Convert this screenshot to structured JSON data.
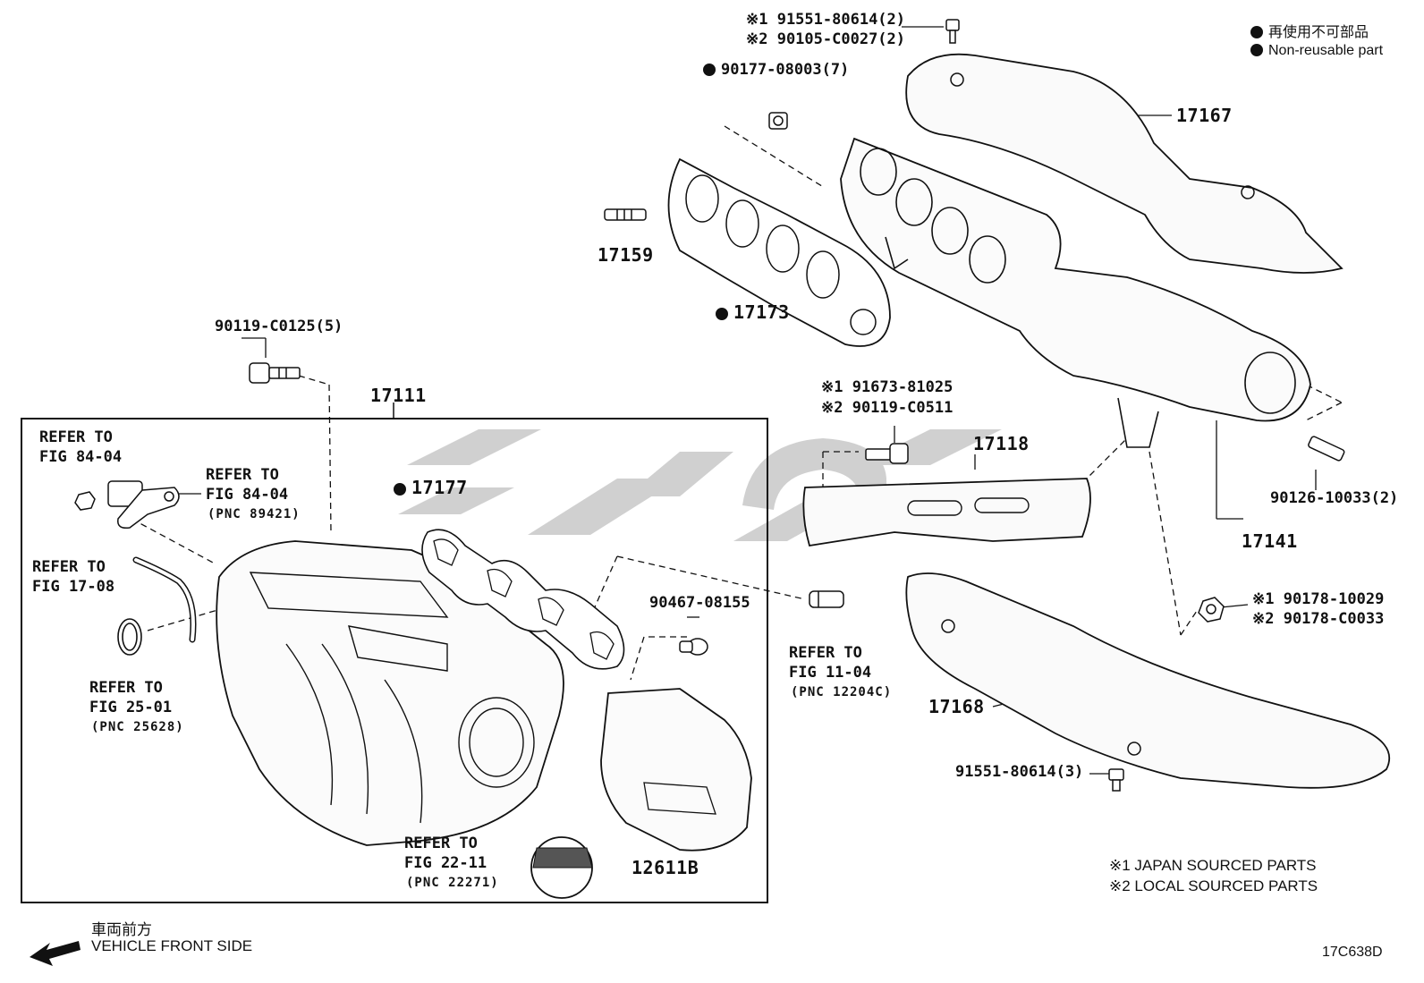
{
  "legend": {
    "non_reusable_jp": "再使用不可部品",
    "non_reusable_en": "Non-reusable part"
  },
  "footnotes": {
    "note1": "※1 JAPAN SOURCED PARTS",
    "note2": "※2 LOCAL SOURCED PARTS"
  },
  "direction": {
    "jp": "車両前方",
    "en": "VEHICLE FRONT SIDE"
  },
  "figure_code": "17C638D",
  "watermark_icon": "watermark-logo",
  "parts": {
    "p_top_bolt_1": "※1 91551-80614(2)",
    "p_top_bolt_2": "※2 90105-C0027(2)",
    "p_90177": "90177-08003(7)",
    "p_17167": "17167",
    "p_17159": "17159",
    "p_17173": "17173",
    "p_90119_top": "90119-C0125(5)",
    "p_17111": "17111",
    "p_17177": "17177",
    "p_91673_1": "※1 91673-81025",
    "p_91673_2": "※2 90119-C0511",
    "p_17118": "17118",
    "p_90126": "90126-10033(2)",
    "p_17141": "17141",
    "p_90178_1": "※1 90178-10029",
    "p_90178_2": "※2 90178-C0033",
    "p_17168": "17168",
    "p_91551_3": "91551-80614(3)",
    "p_90467": "90467-08155",
    "p_12611B": "12611B"
  },
  "refs": {
    "r1_a": "REFER TO",
    "r1_b": "FIG 84-04",
    "r2_a": "REFER TO",
    "r2_b": "FIG 84-04",
    "r2_c": "(PNC 89421)",
    "r3_a": "REFER TO",
    "r3_b": "FIG 17-08",
    "r4_a": "REFER TO",
    "r4_b": "FIG 25-01",
    "r4_c": "(PNC 25628)",
    "r5_a": "REFER TO",
    "r5_b": "FIG 11-04",
    "r5_c": "(PNC 12204C)",
    "r6_a": "REFER TO",
    "r6_b": "FIG 22-11",
    "r6_c": "(PNC 22271)"
  }
}
